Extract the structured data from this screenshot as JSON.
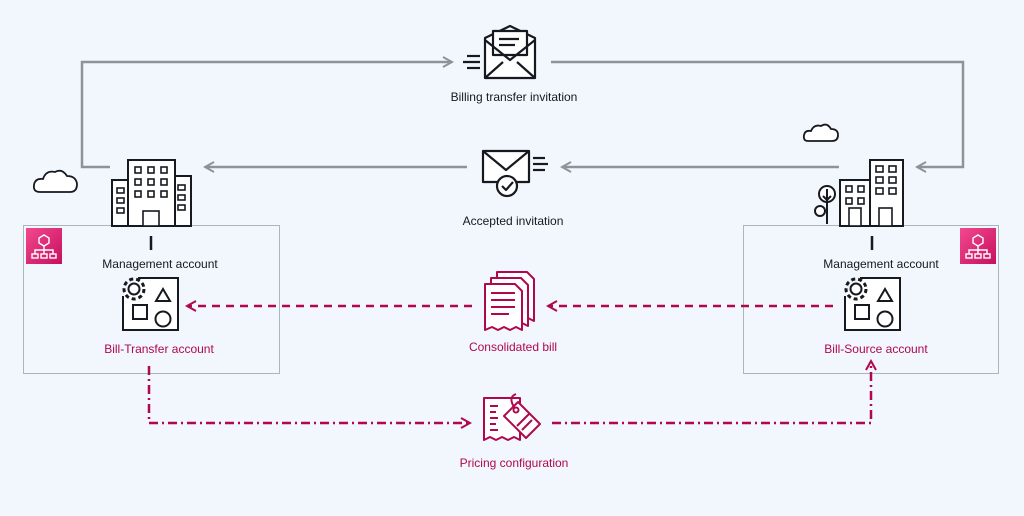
{
  "labels": {
    "billing_transfer_invitation": "Billing transfer invitation",
    "accepted_invitation": "Accepted invitation",
    "consolidated_bill": "Consolidated bill",
    "pricing_configuration": "Pricing configuration",
    "left_management_account": "Management account",
    "left_bill_transfer_account": "Bill-Transfer account",
    "right_management_account": "Management account",
    "right_bill_source_account": "Bill-Source account"
  },
  "colors": {
    "background": "#f2f6fd",
    "gray_flow": "#8d9398",
    "pink_flow": "#b0084d",
    "badge": "#e7157b",
    "icon_dark": "#16191f"
  },
  "icons": [
    "cloud-icon",
    "office-building-icon",
    "open-envelope-icon",
    "accepted-envelope-icon",
    "bill-document-icon",
    "price-tag-receipt-icon",
    "organization-badge-icon",
    "account-resources-icon"
  ]
}
